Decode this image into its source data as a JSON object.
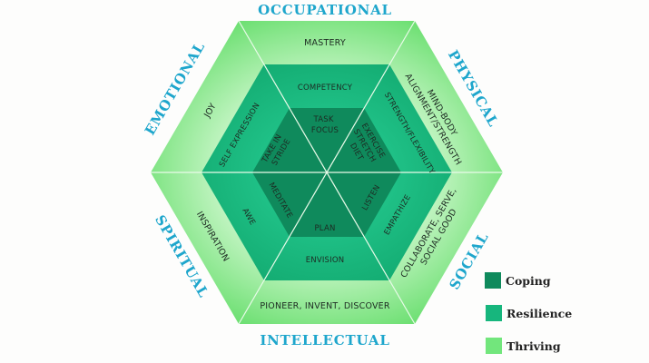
{
  "categories": {
    "occupational": "OCCUPATIONAL",
    "physical": "PHYSICAL",
    "social": "SOCIAL",
    "intellectual": "INTELLECTUAL",
    "spiritual": "SPIRITUAL",
    "emotional": "EMOTIONAL"
  },
  "thriving": {
    "occupational": "MASTERY",
    "physical": [
      "MIND-BODY",
      "ALIGNMENT/STRENGTH"
    ],
    "social": [
      "COLLABORATE, SERVE,",
      "SOCIAL GOOD"
    ],
    "intellectual": "PIONEER, INVENT, DISCOVER",
    "spiritual": "INSPIRATION",
    "emotional": "JOY"
  },
  "resilience": {
    "occupational": "COMPETENCY",
    "physical": "STRENGTH/FLEXIBILITY",
    "social": "EMPATHIZE",
    "intellectual": "ENVISION",
    "spiritual": "AWE",
    "emotional": "SELF EXPRESSION"
  },
  "coping": {
    "occupational": [
      "TASK",
      "FOCUS"
    ],
    "physical": [
      "EXERCISE",
      "STRETCH",
      "DIET"
    ],
    "social": "LISTEN",
    "intellectual": "PLAN",
    "spiritual": "MEDITATE",
    "emotional": [
      "TAKE IN",
      "STRIDE"
    ]
  },
  "legend": [
    {
      "label": "Coping",
      "color": "#0f8a5c"
    },
    {
      "label": "Resilience",
      "color": "#17b67d"
    },
    {
      "label": "Thriving",
      "color": "#72e67c"
    }
  ],
  "colors": {
    "category_text": "#1ea6cc"
  }
}
